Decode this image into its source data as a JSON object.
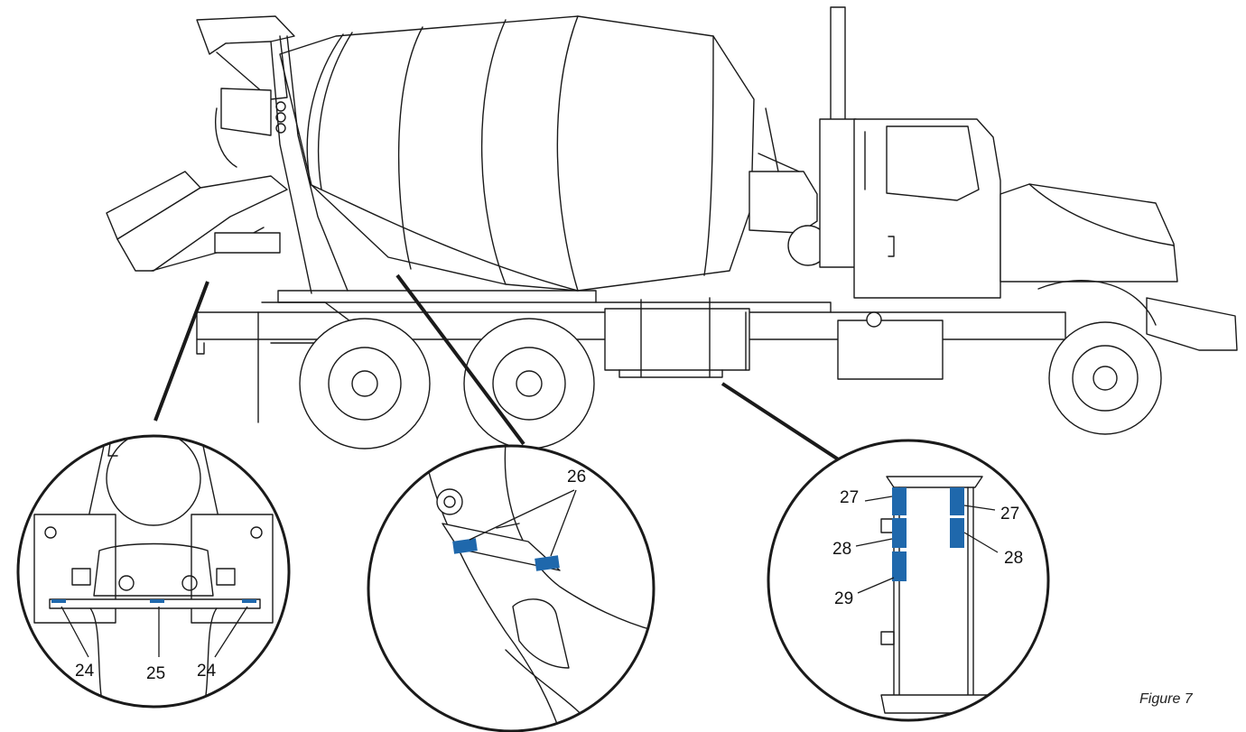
{
  "figure": {
    "caption": "Figure 7"
  },
  "callouts": {
    "rear_left": "24",
    "rear_center": "25",
    "rear_right": "24",
    "mid": "26",
    "tank_top_left": "27",
    "tank_top_right": "27",
    "tank_mid_left": "28",
    "tank_mid_right": "28",
    "tank_low_left": "29"
  },
  "colors": {
    "reflector": "#1f68ac",
    "line": "#1a1a1a"
  }
}
